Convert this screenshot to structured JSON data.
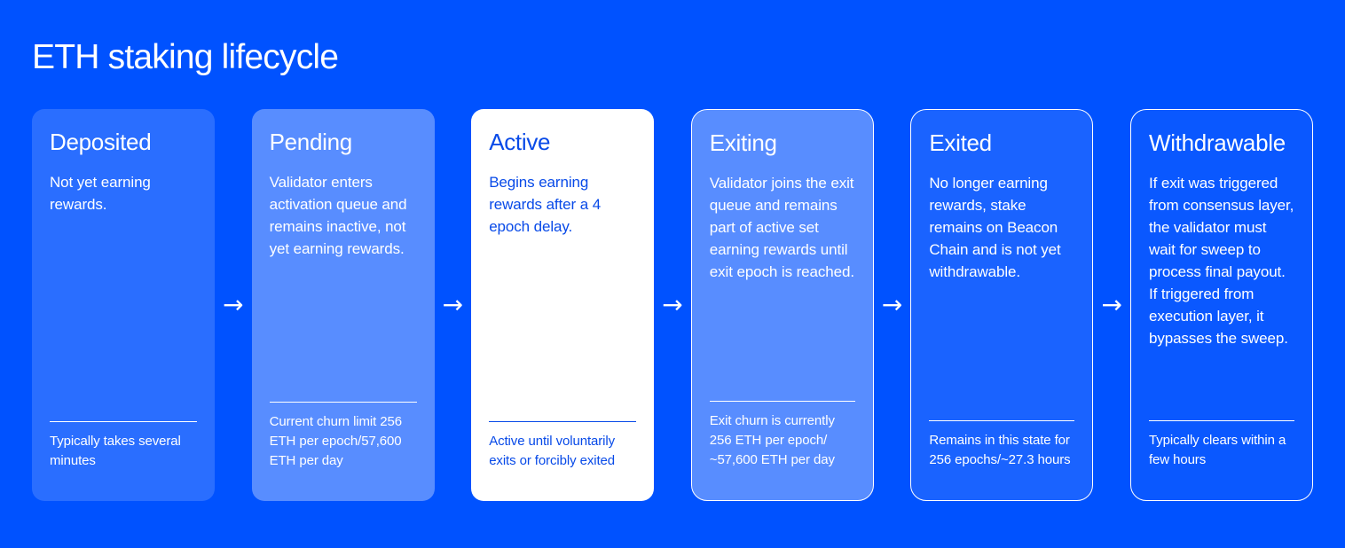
{
  "page": {
    "title": "ETH staking lifecycle",
    "arrow": "→"
  },
  "colors": {
    "background": "#0052FF",
    "card_deposited": "#2C6BFB",
    "card_pending": "#5A89FA",
    "card_active": "#FFFFFF",
    "card_exiting": "#5A89FA",
    "card_exited": "#1E60FF",
    "card_withdrawable": "#0A57FF",
    "card_border": "#FFFFFF",
    "text_on_blue": "#FFFFFF",
    "text_on_white": "#084AE8"
  },
  "cards": [
    {
      "title": "Deposited",
      "body": "Not yet earning rewards.",
      "footer": "Typically takes several minutes"
    },
    {
      "title": "Pending",
      "body": "Validator enters activation queue and remains inactive, not yet earning rewards.",
      "footer": "Current churn limit 256 ETH per epoch/57,600 ETH per day"
    },
    {
      "title": "Active",
      "body": "Begins earning rewards after a 4 epoch delay.",
      "footer": "Active until voluntarily exits or forcibly exited"
    },
    {
      "title": "Exiting",
      "body": "Validator joins the exit queue and remains part of active set earning rewards until exit epoch is reached.",
      "footer": "Exit churn is currently 256 ETH per epoch/ ~57,600 ETH per day"
    },
    {
      "title": "Exited",
      "body": "No longer earning rewards, stake remains on Beacon Chain and is not yet withdrawable.",
      "footer": "Remains in this state for 256 epochs/~27.3 hours"
    },
    {
      "title": "Withdrawable",
      "body": "If exit was triggered from consensus layer, the validator must wait for sweep to process final payout. If triggered from execution layer, it bypasses the sweep.",
      "footer": "Typically clears within a few hours"
    }
  ]
}
